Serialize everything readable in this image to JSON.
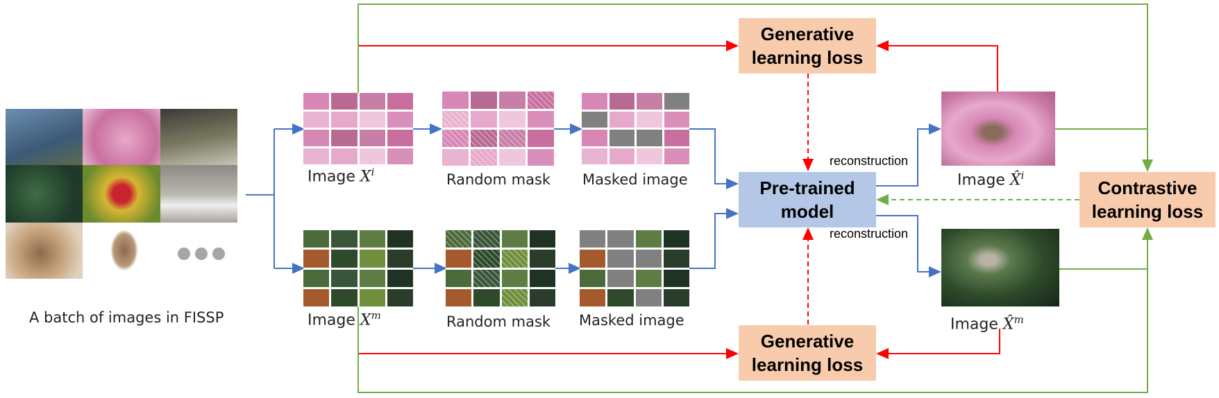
{
  "batch": {
    "caption": "A batch of images in FISSP"
  },
  "top_row": {
    "image_label": "Image ",
    "image_symbol": "X",
    "image_sup": "i",
    "mask_label": "Random mask",
    "masked_label": "Masked image",
    "recon_label": "Image ",
    "recon_symbol": "X̂",
    "recon_sup": "i"
  },
  "bottom_row": {
    "image_label": "Image ",
    "image_symbol": "X",
    "image_sup": "m",
    "mask_label": "Random mask",
    "masked_label": "Masked image",
    "recon_label": "Image ",
    "recon_symbol": "X̂",
    "recon_sup": "m"
  },
  "model": {
    "label_line1": "Pre-trained",
    "label_line2": "model"
  },
  "reconstruction_label": "reconstruction",
  "losses": {
    "generative_top": {
      "line1": "Generative",
      "line2": "learning loss"
    },
    "generative_bottom": {
      "line1": "Generative",
      "line2": "learning loss"
    },
    "contrastive": {
      "line1": "Contrastive",
      "line2": "learning loss"
    }
  },
  "colors": {
    "blue_arrow": "#4472c4",
    "red_arrow": "#ff0000",
    "green_arrow": "#70ad47",
    "peach_box": "#f8cbad",
    "model_box": "#b4c7e7"
  },
  "icons": [
    "more-dots-icon"
  ]
}
